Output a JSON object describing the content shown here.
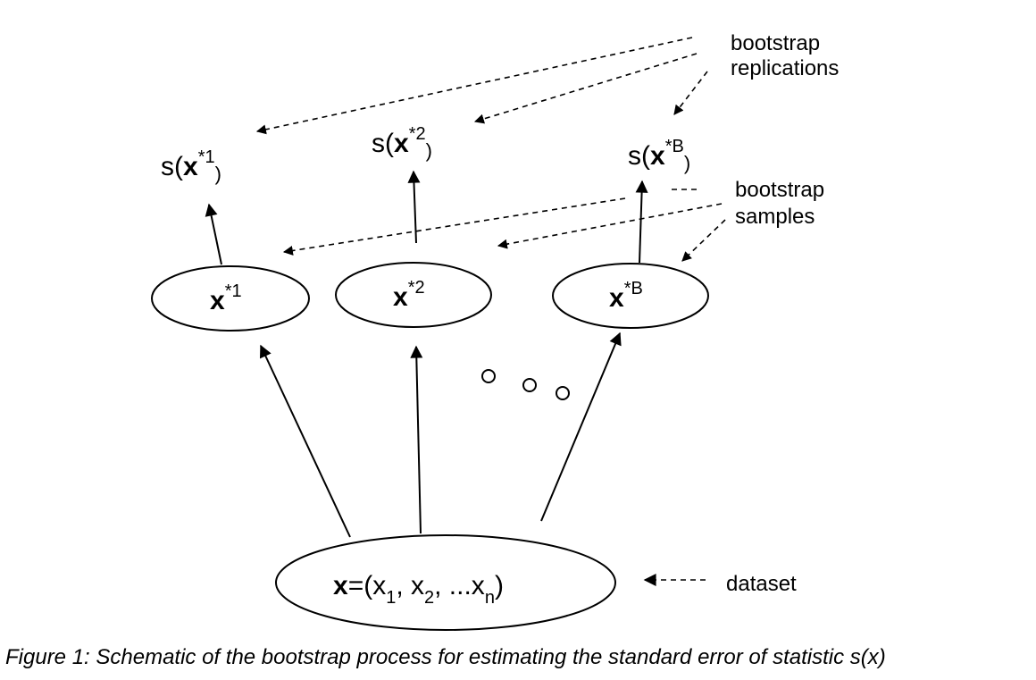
{
  "stats": [
    {
      "prefix": "s(",
      "x": "x",
      "sup": "*1",
      "suffix": ")"
    },
    {
      "prefix": "s(",
      "x": "x",
      "sup": "*2",
      "suffix": ")"
    },
    {
      "prefix": "s(",
      "x": "x",
      "sup": "*B",
      "suffix": ")"
    }
  ],
  "samples": [
    {
      "x": "x",
      "sup": "*1"
    },
    {
      "x": "x",
      "sup": "*2"
    },
    {
      "x": "x",
      "sup": "*B"
    }
  ],
  "dataset_node": {
    "x": "x",
    "eq": "=(x",
    "s1": "1",
    "c1": ", x",
    "s2": "2",
    "c2": ", ...x",
    "sn": "n",
    "close": ")"
  },
  "labels": {
    "replications_line1": "bootstrap",
    "replications_line2": "replications",
    "samples_line1": "bootstrap",
    "samples_line2": "samples",
    "dataset": "dataset"
  },
  "caption": "Figure 1: Schematic of the bootstrap process for estimating the standard error of statistic s(x)"
}
